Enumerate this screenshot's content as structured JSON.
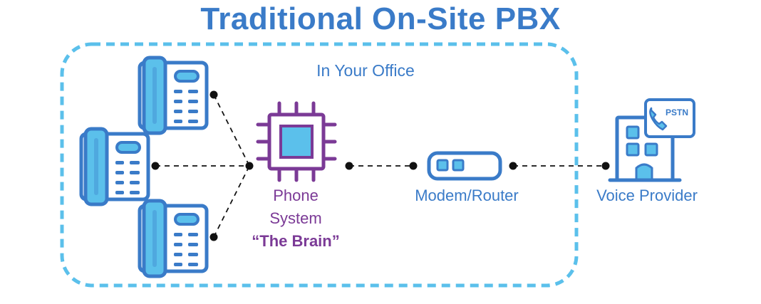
{
  "title": "Traditional On-Site PBX",
  "office_label": "In Your Office",
  "phone_system": {
    "line1": "Phone",
    "line2": "System",
    "line3": "“The Brain”"
  },
  "modem_label": "Modem/Router",
  "provider_label": "Voice Provider",
  "badge_text": "PSTN",
  "colors": {
    "blue": "#3a7bc8",
    "light_blue": "#5bc0eb",
    "purple": "#7b3a96",
    "black": "#111111"
  },
  "icons": [
    "desk-phone-icon",
    "cpu-chip-icon",
    "router-icon",
    "building-icon",
    "phone-badge-icon"
  ]
}
